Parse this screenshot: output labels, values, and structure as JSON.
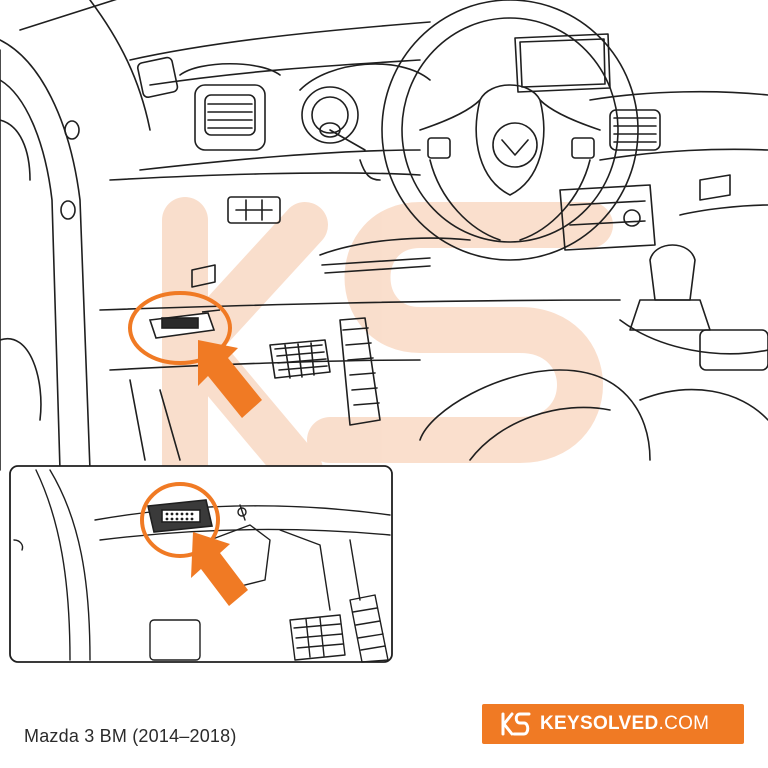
{
  "caption": "Mazda 3 BM (2014–2018)",
  "brand": {
    "name": "KEYSOLVED",
    "domain": ".COM",
    "logo_text": "KS",
    "color": "#f07a24"
  },
  "colors": {
    "accent": "#f07a24",
    "line": "#1f1f1f",
    "watermark": "#f9d9c4"
  },
  "icons": {
    "obd_port": "obd-port-icon",
    "pointer_arrow": "arrow-icon",
    "highlight_circle": "circle-icon"
  }
}
